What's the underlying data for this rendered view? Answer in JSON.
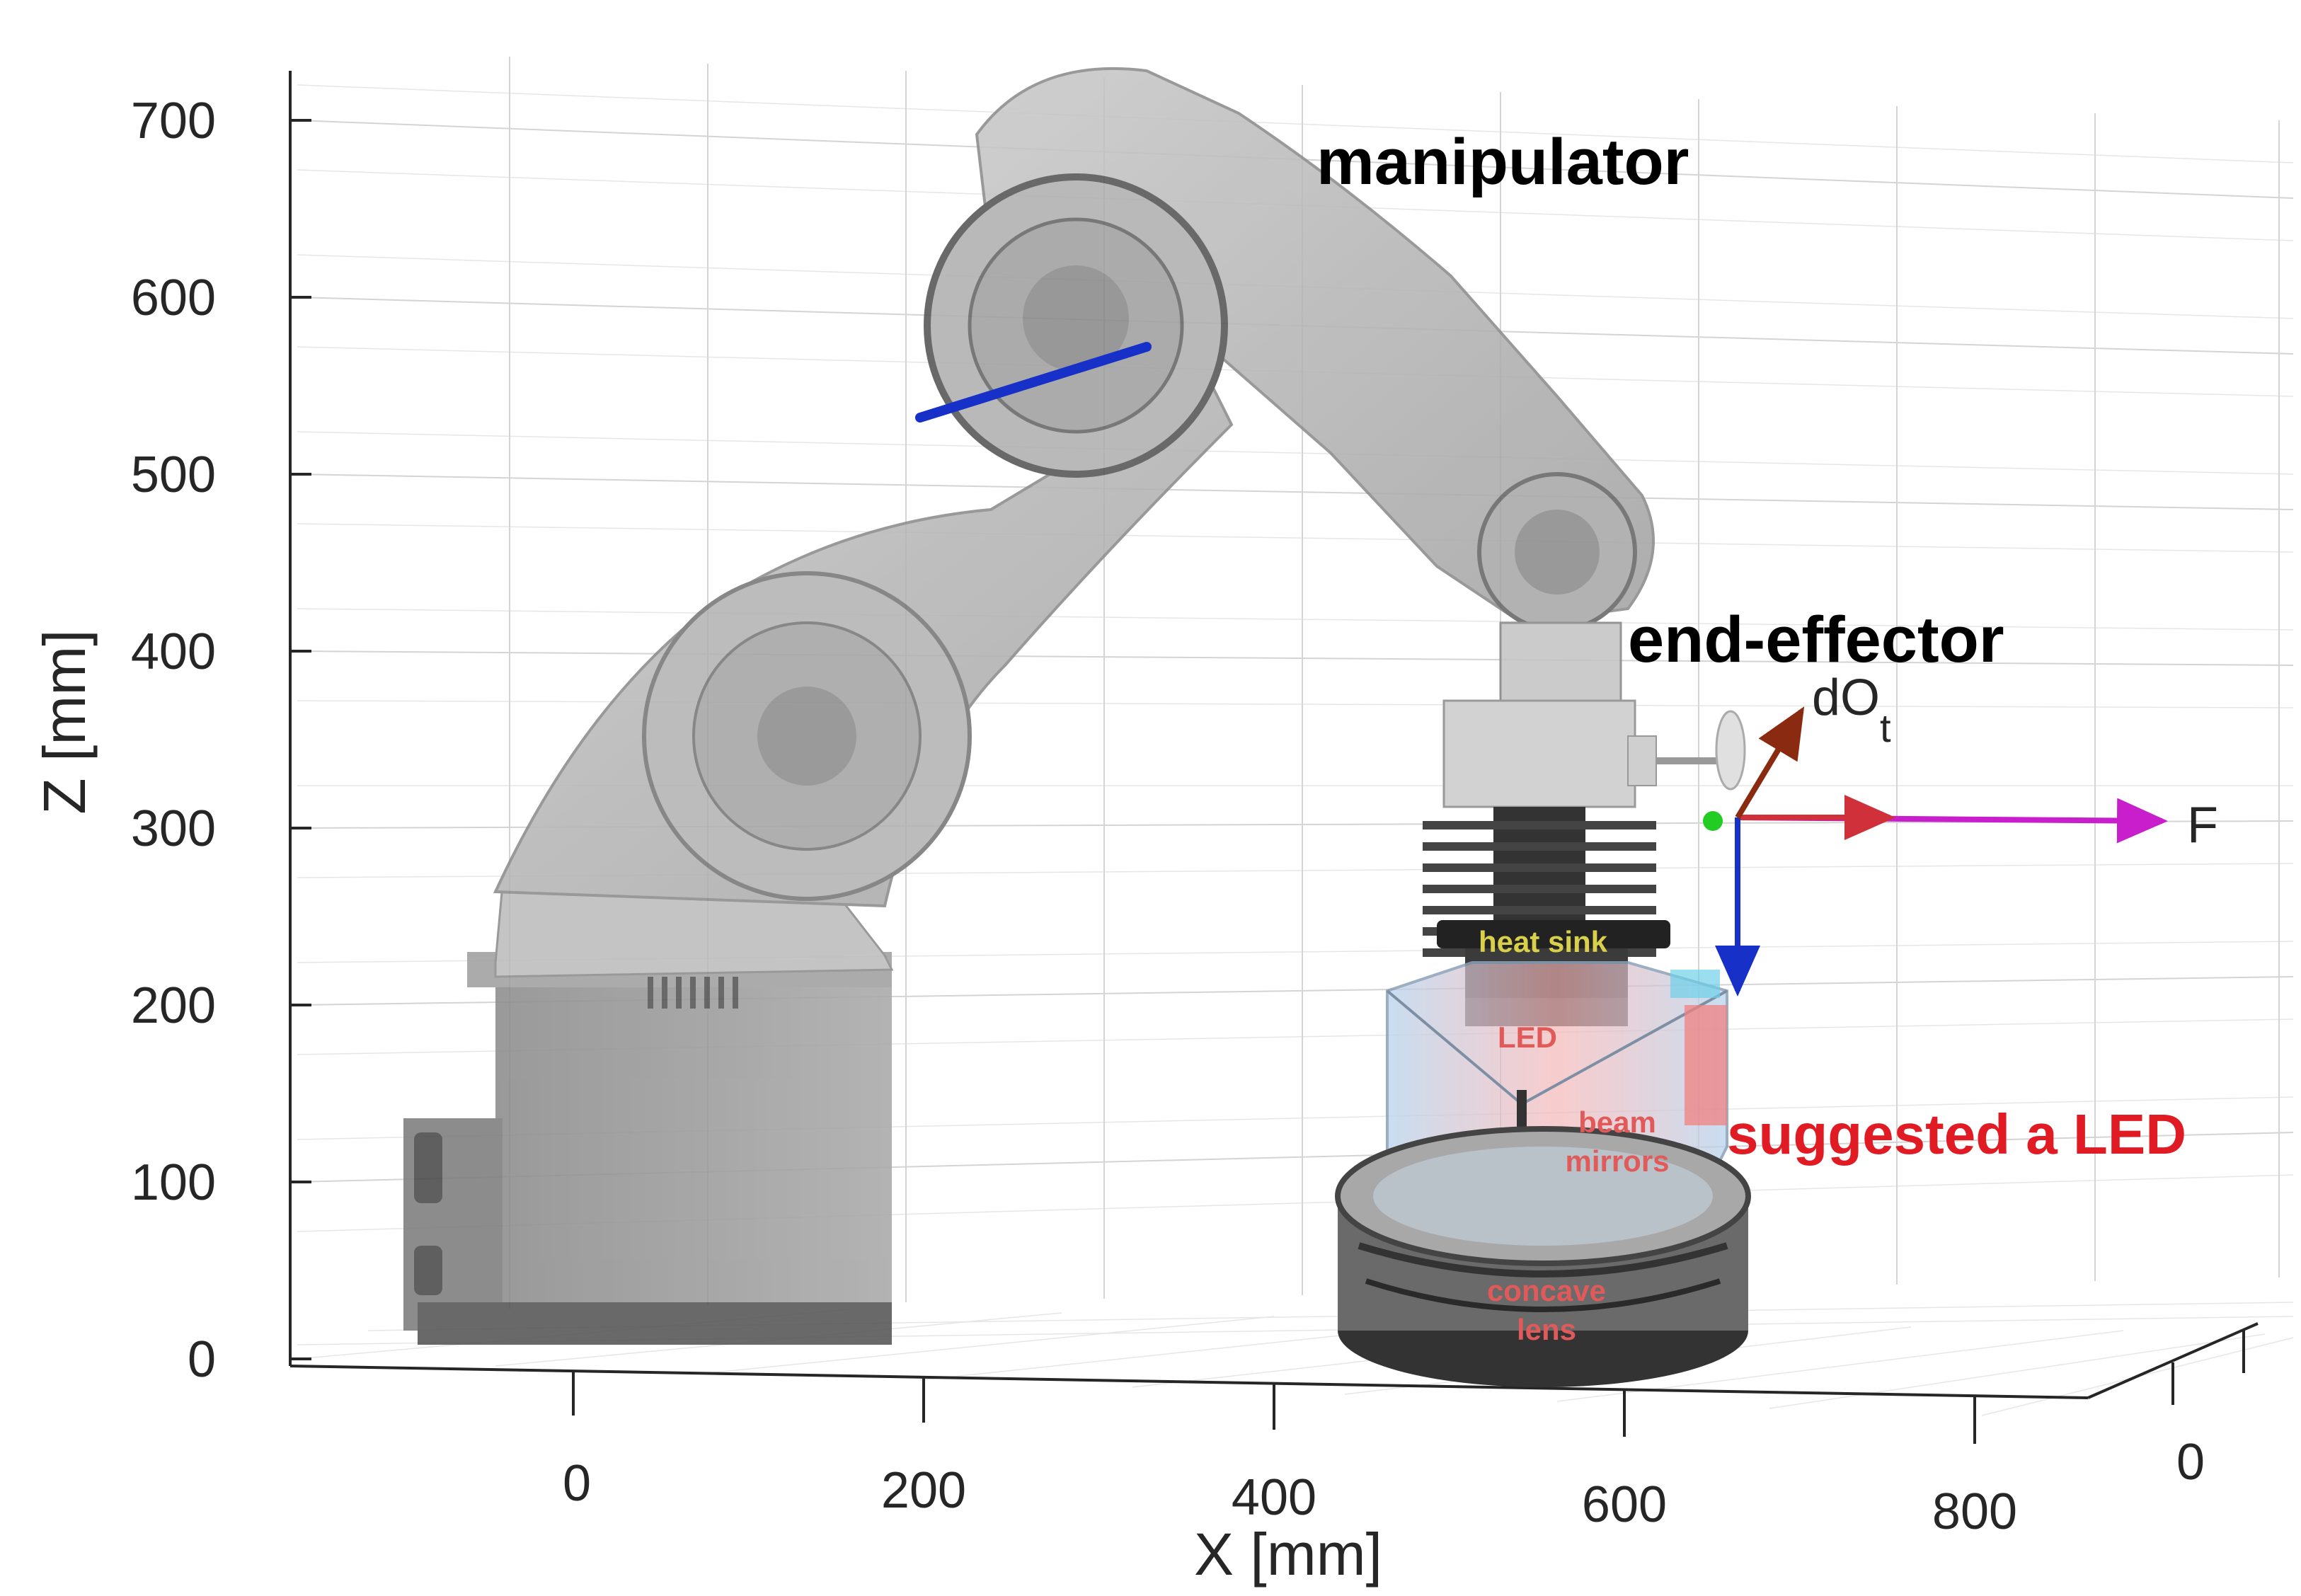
{
  "axes": {
    "z_label": "Z [mm]",
    "x_label": "X [mm]",
    "z_ticks": [
      "700",
      "600",
      "500",
      "400",
      "300",
      "200",
      "100",
      "0"
    ],
    "x_ticks": [
      "0",
      "200",
      "400",
      "600",
      "800"
    ],
    "y_ticks": [
      "0"
    ]
  },
  "callouts": {
    "manipulator": "manipulator",
    "end_effector": "end-effector",
    "suggested": "suggested a LED"
  },
  "parts": {
    "heat_sink": "heat sink",
    "led": "LED",
    "beam_1": "beam",
    "beam_2": "mirrors",
    "concave_1": "concave",
    "concave_2": "lens"
  },
  "frame": {
    "origin_base": "dO",
    "origin_sub": "t",
    "force": "F"
  },
  "colors": {
    "red_label": "#e01b24",
    "heat_sink_label": "#d8d04a",
    "part_label": "#e05a5a",
    "blue_axis": "#1630c8",
    "force_arrow": "#c81ecb",
    "x_arrow": "#d0303a",
    "green_point": "#22cc22",
    "brown_arrow": "#8a2a10"
  }
}
